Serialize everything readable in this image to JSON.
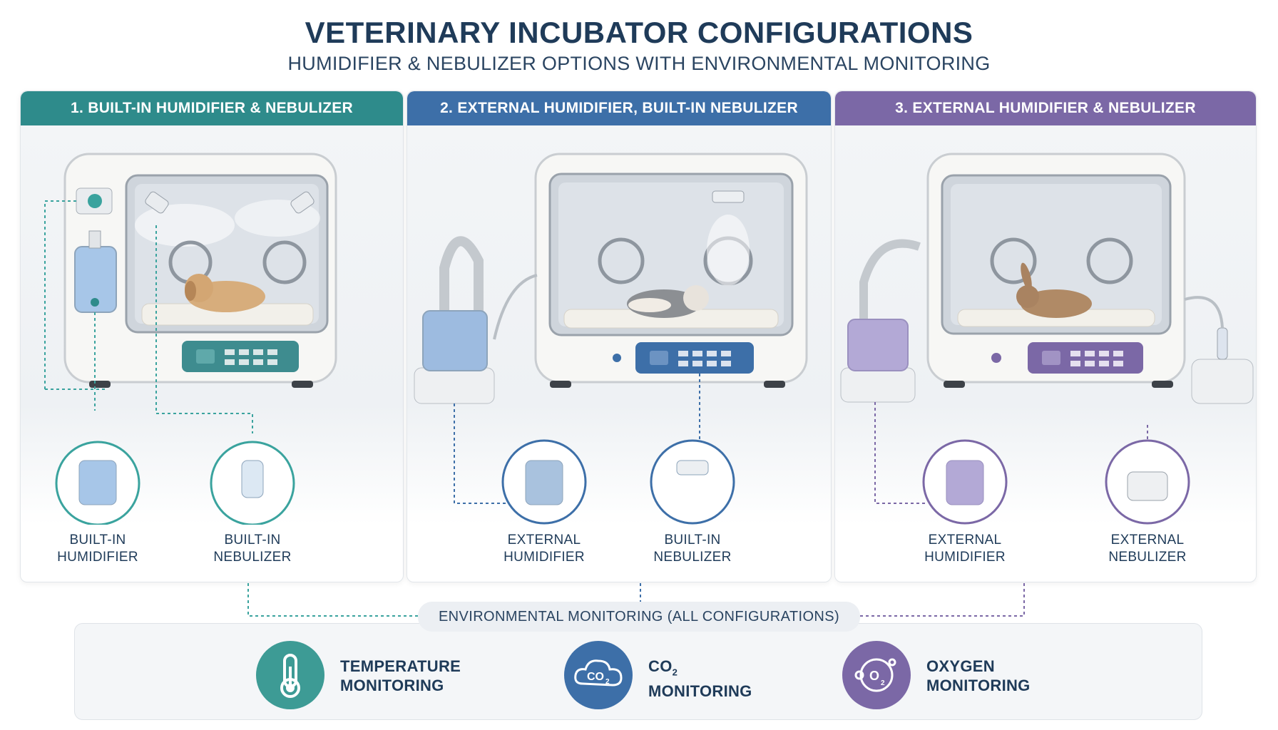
{
  "title": "VETERINARY INCUBATOR CONFIGURATIONS",
  "subtitle": "HUMIDIFIER & NEBULIZER OPTIONS WITH ENVIRONMENTAL MONITORING",
  "panels": [
    {
      "header": "1. BUILT-IN HUMIDIFIER & NEBULIZER",
      "color": "#2e8b8b",
      "animal": "puppy",
      "components": [
        {
          "line1": "BUILT-IN",
          "line2": "HUMIDIFIER"
        },
        {
          "line1": "BUILT-IN",
          "line2": "NEBULIZER"
        }
      ]
    },
    {
      "header": "2. EXTERNAL HUMIDIFIER, BUILT-IN NEBULIZER",
      "color": "#3d6fa8",
      "animal": "kitten",
      "components": [
        {
          "line1": "EXTERNAL",
          "line2": "HUMIDIFIER"
        },
        {
          "line1": "BUILT-IN",
          "line2": "NEBULIZER"
        }
      ]
    },
    {
      "header": "3. EXTERNAL HUMIDIFIER & NEBULIZER",
      "color": "#7b68a6",
      "animal": "rabbit",
      "components": [
        {
          "line1": "EXTERNAL",
          "line2": "HUMIDIFIER"
        },
        {
          "line1": "EXTERNAL",
          "line2": "NEBULIZER"
        }
      ]
    }
  ],
  "monitoring": {
    "title": "ENVIRONMENTAL MONITORING (ALL CONFIGURATIONS)",
    "items": [
      {
        "line1": "TEMPERATURE",
        "line2": "MONITORING",
        "icon": "thermometer-icon",
        "color": "#3d9b95"
      },
      {
        "line1": "CO",
        "sub": "2",
        "line2": "MONITORING",
        "icon": "co2-cloud-icon",
        "color": "#3d6fa8"
      },
      {
        "line1": "OXYGEN",
        "line2": "MONITORING",
        "icon": "o2-cloud-icon",
        "color": "#7b68a6"
      }
    ],
    "icon_text_co2": "CO",
    "icon_text_co2_sub": "2",
    "icon_text_o2": "O",
    "icon_text_o2_sub": "2"
  }
}
